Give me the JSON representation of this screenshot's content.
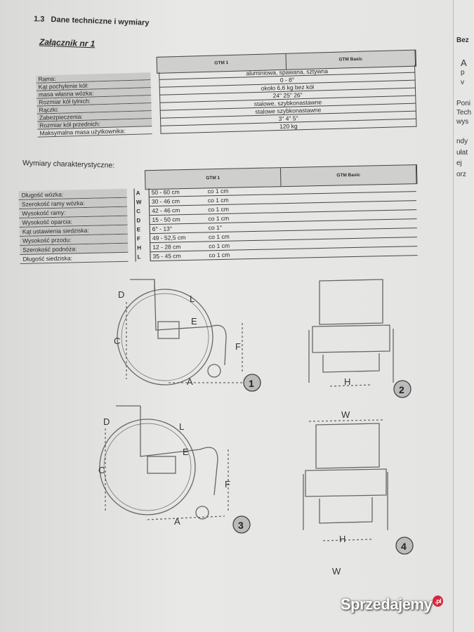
{
  "section": {
    "number": "1.3",
    "title": "Dane techniczne i wymiary"
  },
  "attachment": "Załącznik nr 1",
  "spec_table": {
    "columns": [
      "GTM 1",
      "GTM Basic"
    ],
    "rows": [
      {
        "label": "Rama:",
        "value": "aluminiowa, spawana, sztywna"
      },
      {
        "label": "Kąt pochylenie kół:",
        "value": "0 - 8°"
      },
      {
        "label": "masa własna wózka:",
        "value": "około 6,6 kg bez kół"
      },
      {
        "label": "Rozmiar kół tylnich:",
        "value": "24\" 25\" 26\""
      },
      {
        "label": "Rączki:",
        "value": "stalowe, szybkonastawne"
      },
      {
        "label": "Zabezpieczenia:",
        "value": "stalowe szybkonastawne"
      },
      {
        "label": "Rozmiar kół przednich:",
        "value": "3\" 4\" 5\""
      },
      {
        "label": "Maksymalna masa użytkownika:",
        "value": "120 kg"
      }
    ]
  },
  "dimensions_title": "Wymiary charakterystyczne:",
  "dim_table": {
    "columns": [
      "GTM 1",
      "GTM Basic"
    ],
    "rows": [
      {
        "label": "Długość wózka:",
        "letter": "A",
        "range": "50 - 60 cm",
        "step": "co 1 cm"
      },
      {
        "label": "Szerokość ramy wózka:",
        "letter": "W",
        "range": "30 - 46 cm",
        "step": "co 1 cm"
      },
      {
        "label": "Wysokość ramy:",
        "letter": "C",
        "range": "42 - 46 cm",
        "step": "co 1 cm"
      },
      {
        "label": "Wysokość oparcia:",
        "letter": "D",
        "range": "15 - 50 cm",
        "step": "co 1 cm"
      },
      {
        "label": "Kąt ustawienia siedziska:",
        "letter": "E",
        "range": "6° - 13°",
        "step": "co 1°"
      },
      {
        "label": "Wysokość przodu:",
        "letter": "F",
        "range": "49 - 52,5 cm",
        "step": "co 1 cm"
      },
      {
        "label": "Szerokość podnóża:",
        "letter": "H",
        "range": "12 - 28 cm",
        "step": "co 1 cm"
      },
      {
        "label": "Długość siedziska:",
        "letter": "L",
        "range": "35 - 45 cm",
        "step": "co 1 cm"
      }
    ]
  },
  "figures": {
    "fig1": {
      "number": "1",
      "labels": [
        "D",
        "L",
        "E",
        "C",
        "F",
        "A"
      ]
    },
    "fig2": {
      "number": "2",
      "labels": [
        "H"
      ]
    },
    "fig3": {
      "number": "3",
      "labels": [
        "D",
        "L",
        "E",
        "C",
        "F",
        "A"
      ]
    },
    "fig4": {
      "number": "4",
      "labels": [
        "W",
        "H",
        "W"
      ]
    }
  },
  "next_page_fragments": [
    "Bez",
    "A",
    "p",
    "v",
    "Poni",
    "Tech",
    "wys",
    "ndy",
    "ułat",
    "ej",
    "orz"
  ],
  "watermark": {
    "text": "Sprzedajemy",
    "suffix": ".pl"
  }
}
